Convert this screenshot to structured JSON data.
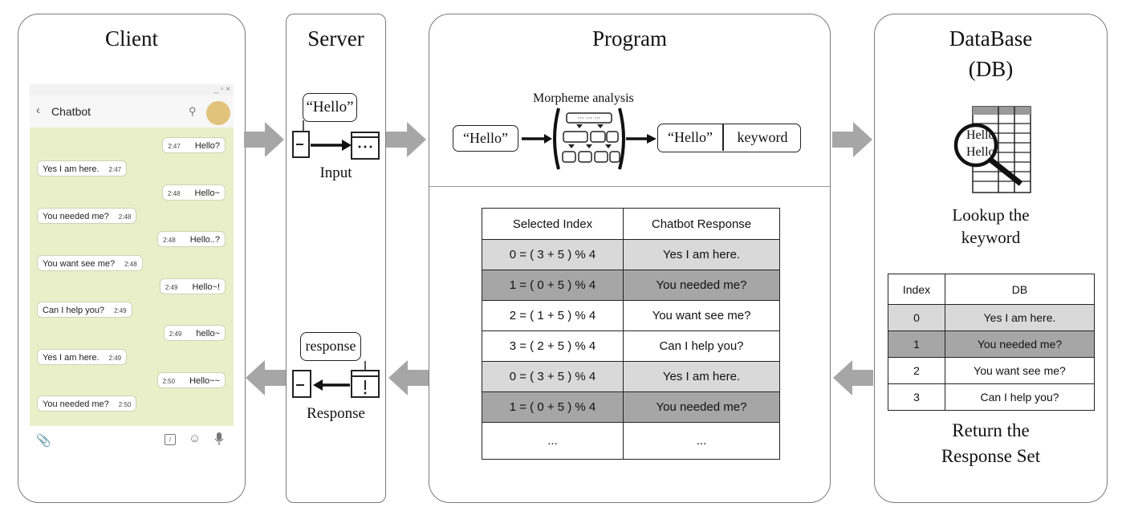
{
  "panels": {
    "client": "Client",
    "server": "Server",
    "program": "Program",
    "db_line1": "DataBase",
    "db_line2": "(DB)"
  },
  "chat": {
    "title": "Chatbot",
    "window_controls": "_ ▫ ×",
    "messages": [
      {
        "side": "me",
        "text": "Hello?",
        "time": "2:47"
      },
      {
        "side": "you",
        "text": "Yes I am here.",
        "time": "2:47"
      },
      {
        "side": "me",
        "text": "Hello~",
        "time": "2:48"
      },
      {
        "side": "you",
        "text": "You needed me?",
        "time": "2:48"
      },
      {
        "side": "me",
        "text": "Hello..?",
        "time": "2:48"
      },
      {
        "side": "you",
        "text": "You want see me?",
        "time": "2:48"
      },
      {
        "side": "me",
        "text": "Hello~!",
        "time": "2:49"
      },
      {
        "side": "you",
        "text": "Can I help you?",
        "time": "2:49"
      },
      {
        "side": "me",
        "text": "hello~",
        "time": "2:49"
      },
      {
        "side": "you",
        "text": "Yes I am here.",
        "time": "2:49"
      },
      {
        "side": "me",
        "text": "Hello~~",
        "time": "2:50"
      },
      {
        "side": "you",
        "text": "You needed me?",
        "time": "2:50"
      }
    ]
  },
  "server": {
    "input_bubble": "“Hello”",
    "input_label": "Input",
    "response_bubble": "response",
    "response_label": "Response"
  },
  "program": {
    "morpheme_label": "Morpheme analysis",
    "input_token": "“Hello”",
    "output_token": "“Hello”",
    "output_keyword": "keyword",
    "table_headers": [
      "Selected Index",
      "Chatbot Response"
    ],
    "table_rows": [
      {
        "index": "0 = ( 3 + 5 ) % 4",
        "response": "Yes I am here."
      },
      {
        "index": "1 = ( 0 + 5 ) % 4",
        "response": "You needed  me?"
      },
      {
        "index": "2 = ( 1 + 5 ) % 4",
        "response": "You want see me?"
      },
      {
        "index": "3 = ( 2 + 5 ) % 4",
        "response": "Can I help  you?"
      },
      {
        "index": "0 = ( 3 + 5 ) % 4",
        "response": "Yes I am here."
      },
      {
        "index": "1 = ( 0 + 5 ) % 4",
        "response": "You needed  me?"
      },
      {
        "index": "...",
        "response": "..."
      }
    ]
  },
  "database": {
    "magnifier_text1": "Hello",
    "magnifier_text2": "Hello",
    "lookup_line1": "Lookup the",
    "lookup_line2": "keyword",
    "table_headers": [
      "Index",
      "DB"
    ],
    "table_rows": [
      {
        "index": "0",
        "db": "Yes I am here."
      },
      {
        "index": "1",
        "db": "You needed me?"
      },
      {
        "index": "2",
        "db": "You want see me?"
      },
      {
        "index": "3",
        "db": "Can I help you?"
      }
    ],
    "return_line1": "Return the",
    "return_line2": "Response Set"
  }
}
